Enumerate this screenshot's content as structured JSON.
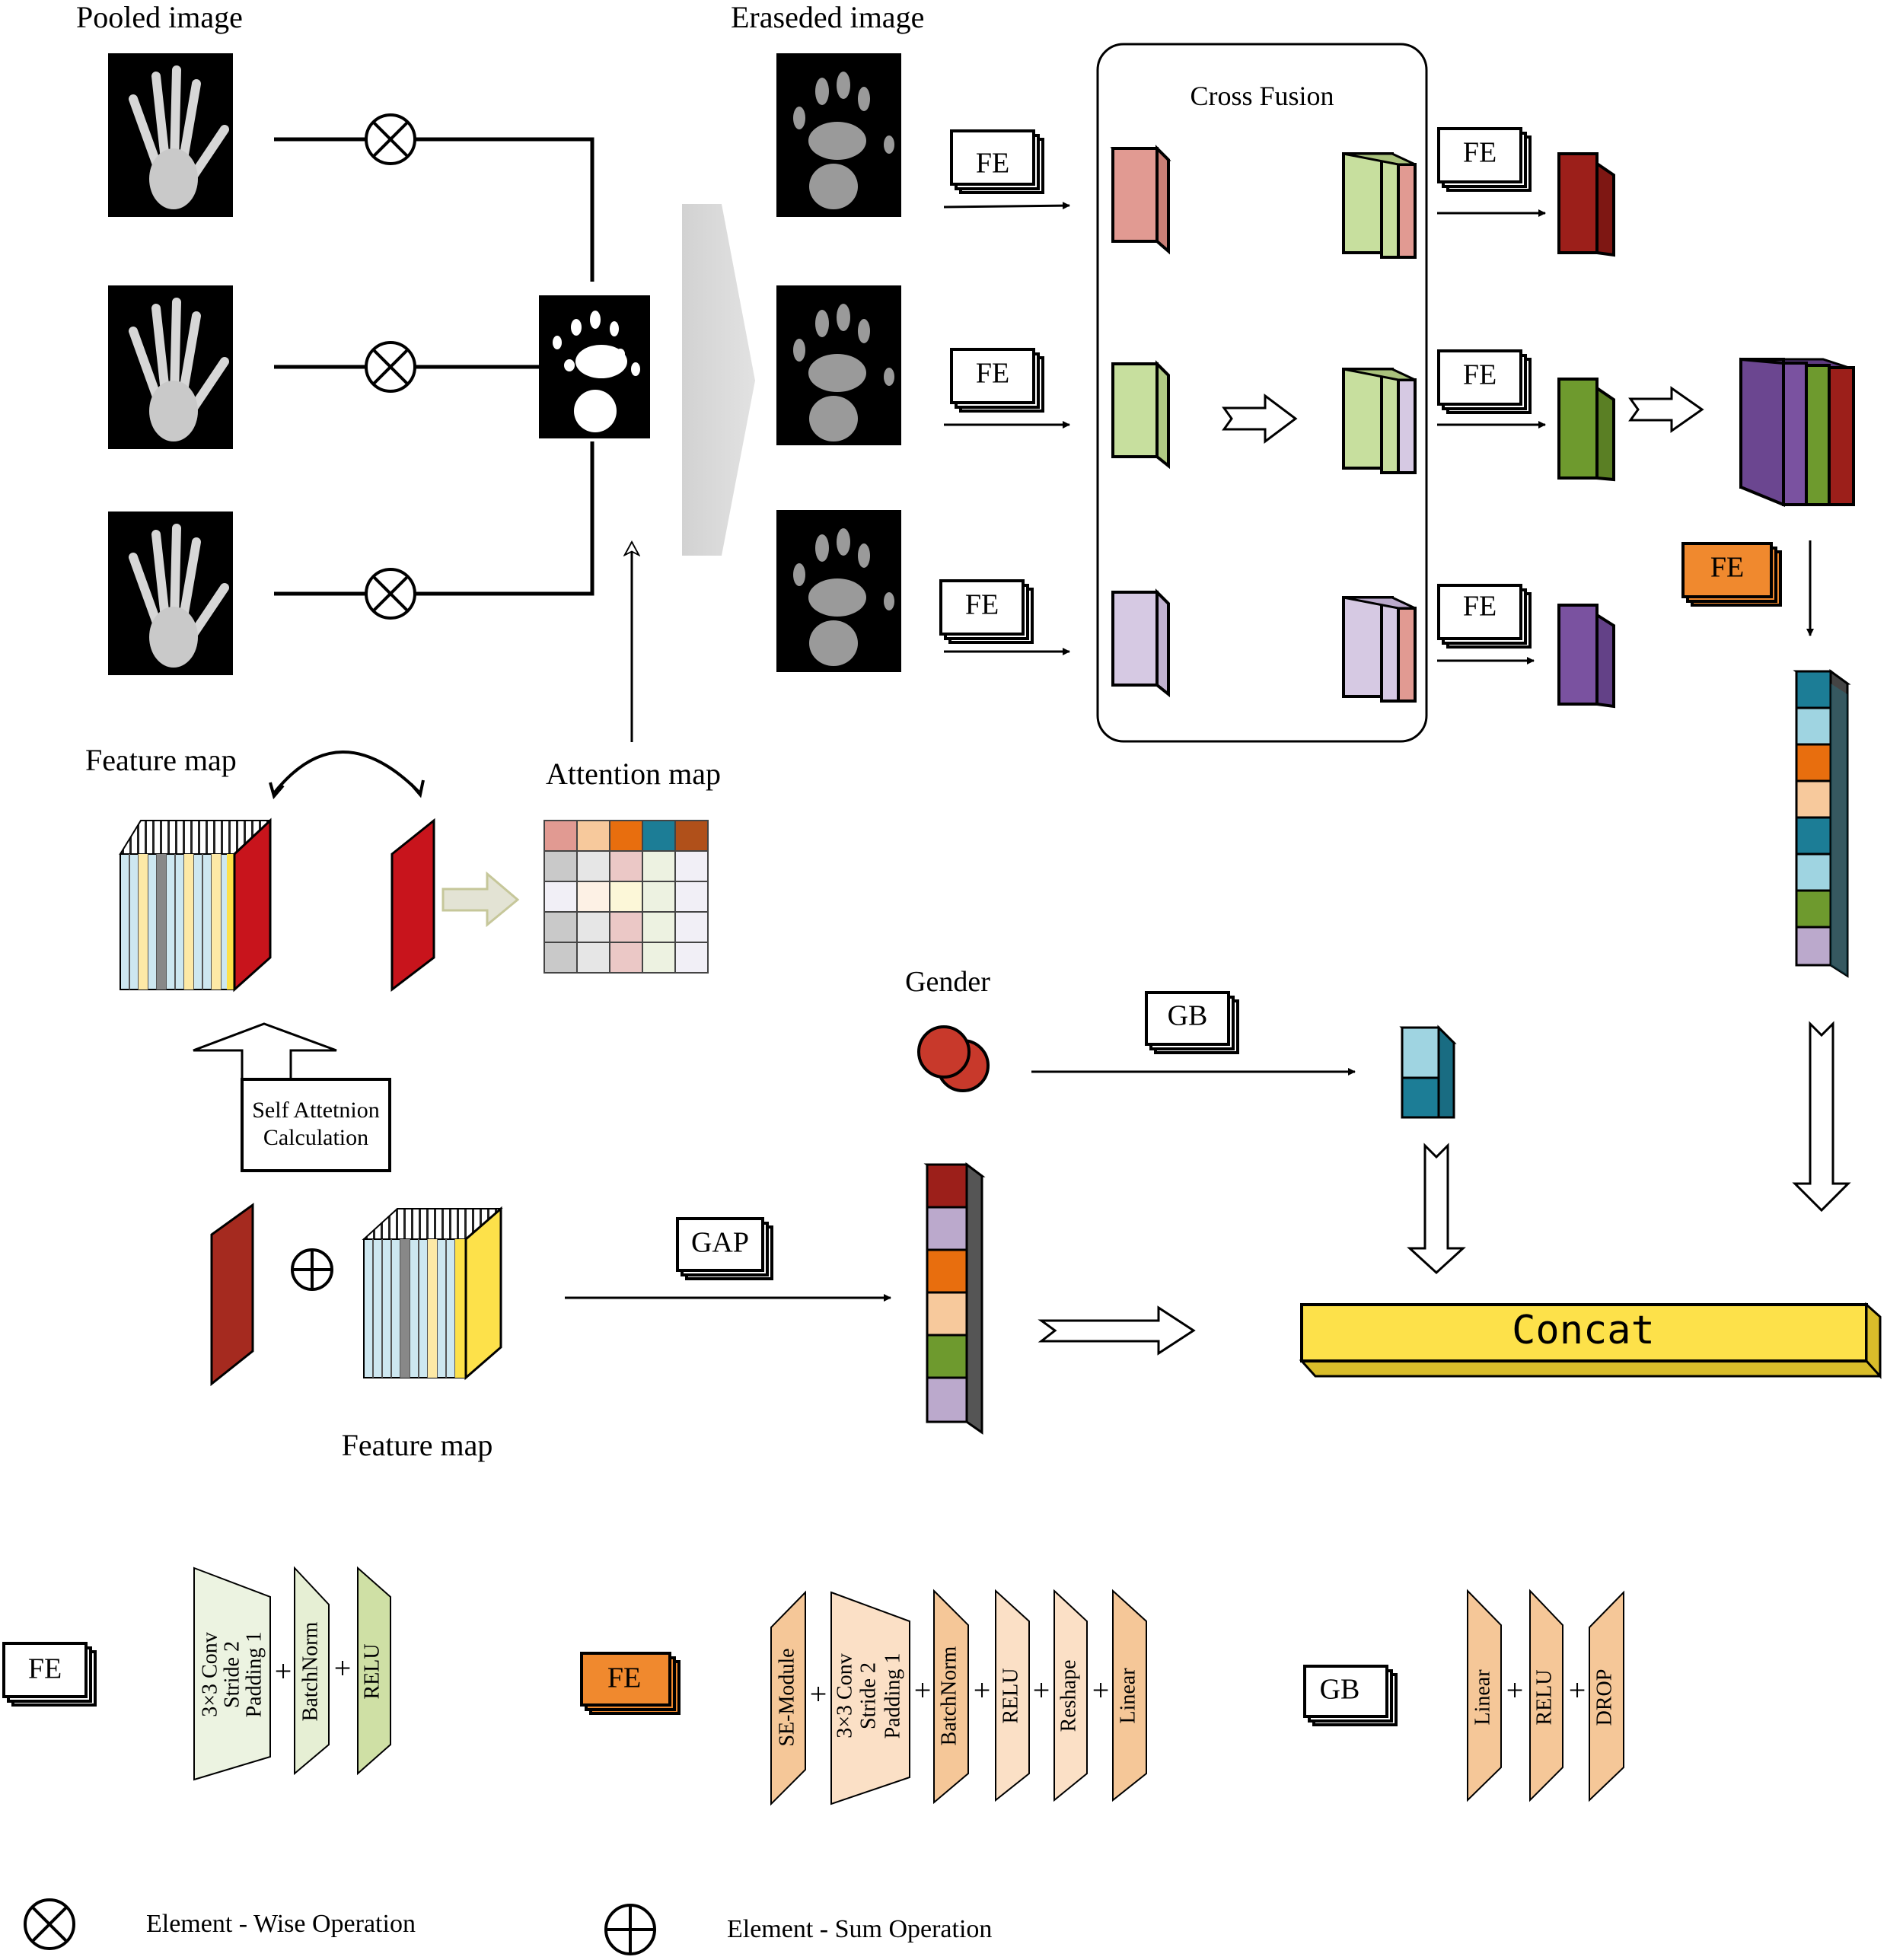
{
  "labels": {
    "pooled_image": "Pooled image",
    "erased_image": "Eraseded image",
    "cross_fusion": "Cross Fusion",
    "feature_map_top": "Feature map",
    "attention_map": "Attention map",
    "gender": "Gender",
    "self_attention_line1": "Self Attetnion",
    "self_attention_line2": "Calculation",
    "feature_map_bottom": "Feature map",
    "concat": "Concat"
  },
  "blocks": {
    "fe": "FE",
    "gb": "GB",
    "gap": "GAP"
  },
  "legend_fe1": {
    "tag": "FE",
    "conv_line1": "3×3 Conv",
    "conv_line2": "Stride 2",
    "conv_line3": "Padding 1",
    "batchnorm": "BatchNorm",
    "relu": "RELU"
  },
  "legend_fe2": {
    "tag": "FE",
    "se": "SE-Module",
    "conv_line1": "3×3 Conv",
    "conv_line2": "Stride 2",
    "conv_line3": "Padding 1",
    "batchnorm": "BatchNorm",
    "relu": "RELU",
    "reshape": "Reshape",
    "linear": "Linear"
  },
  "legend_gb": {
    "tag": "GB",
    "linear": "Linear",
    "relu": "RELU",
    "drop": "DROP"
  },
  "plus": "+",
  "ops": {
    "elementwise": "Element - Wise Operation",
    "elementsum": "Element - Sum Operation"
  },
  "colors": {
    "pink": "#e19a92",
    "green_light": "#c7df9e",
    "lavender": "#d6c9e3",
    "dark_red": "#9c1f1a",
    "green_dark": "#6e9a2e",
    "purple": "#7a52a0",
    "orange": "#f0892e",
    "teal": "#1c7d96",
    "light_blue": "#9fd4e1",
    "peach": "#f7c99c",
    "orange_dark": "#e86e0e",
    "yellow": "#fde14a",
    "red": "#c8141c",
    "beige": "#f5c798",
    "mint": "#cfe0a5"
  }
}
